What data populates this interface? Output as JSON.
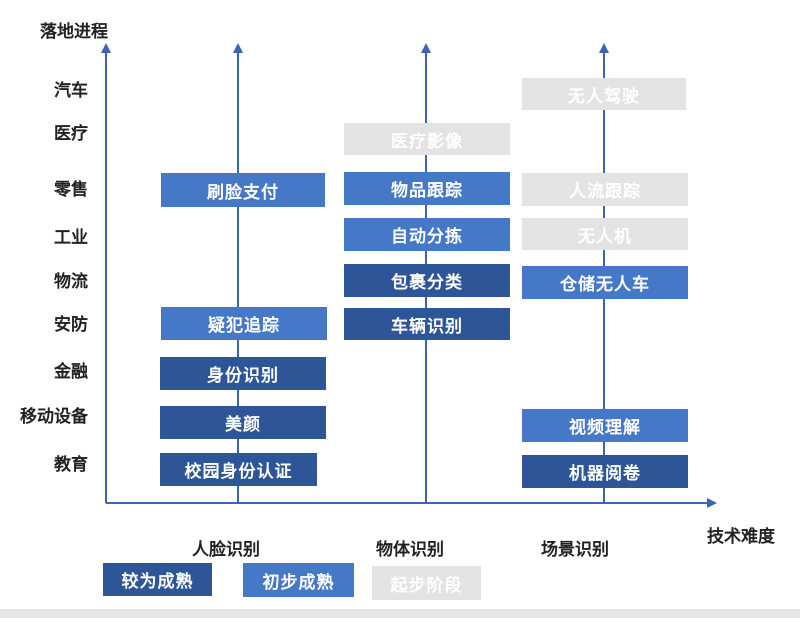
{
  "y_axis_title": "落地进程",
  "x_axis_title": "技术难度",
  "rows": [
    "汽车",
    "医疗",
    "零售",
    "工业",
    "物流",
    "安防",
    "金融",
    "移动设备",
    "教育"
  ],
  "columns": [
    "人脸识别",
    "物体识别",
    "场景识别"
  ],
  "boxes": [
    {
      "text": "刷脸支付",
      "status": "initial"
    },
    {
      "text": "疑犯追踪",
      "status": "initial"
    },
    {
      "text": "身份识别",
      "status": "mature"
    },
    {
      "text": "美颜",
      "status": "mature"
    },
    {
      "text": "校园身份认证",
      "status": "mature"
    },
    {
      "text": "医疗影像",
      "status": "starting"
    },
    {
      "text": "物品跟踪",
      "status": "initial"
    },
    {
      "text": "自动分拣",
      "status": "initial"
    },
    {
      "text": "包裹分类",
      "status": "mature"
    },
    {
      "text": "车辆识别",
      "status": "mature"
    },
    {
      "text": "无人驾驶",
      "status": "starting"
    },
    {
      "text": "人流跟踪",
      "status": "starting"
    },
    {
      "text": "无人机",
      "status": "starting"
    },
    {
      "text": "仓储无人车",
      "status": "initial"
    },
    {
      "text": "视频理解",
      "status": "initial"
    },
    {
      "text": "机器阅卷",
      "status": "mature"
    }
  ],
  "legend": [
    {
      "text": "较为成熟",
      "status": "mature"
    },
    {
      "text": "初步成熟",
      "status": "initial"
    },
    {
      "text": "起步阶段",
      "status": "starting"
    }
  ],
  "colors": {
    "mature": "#2e5597",
    "initial": "#4678c8",
    "starting": "#e3e3e3",
    "axis": "#3a66b0"
  }
}
